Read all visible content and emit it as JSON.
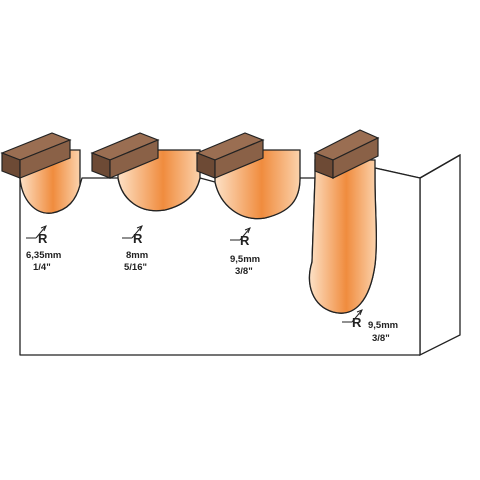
{
  "colors": {
    "outline": "#222222",
    "wood_top": "#8a6147",
    "wood_side": "#6d4a35",
    "cut_light": "#fde1c6",
    "cut_dark": "#f08c3e",
    "board_side": "#ffffff"
  },
  "profiles": [
    {
      "radius_label": "R",
      "metric": "6,35mm",
      "imperial": "1/4\""
    },
    {
      "radius_label": "R",
      "metric": "8mm",
      "imperial": "5/16\""
    },
    {
      "radius_label": "R",
      "metric": "9,5mm",
      "imperial": "3/8\""
    },
    {
      "radius_label": "R",
      "metric": "9,5mm",
      "imperial": "3/8\""
    }
  ]
}
